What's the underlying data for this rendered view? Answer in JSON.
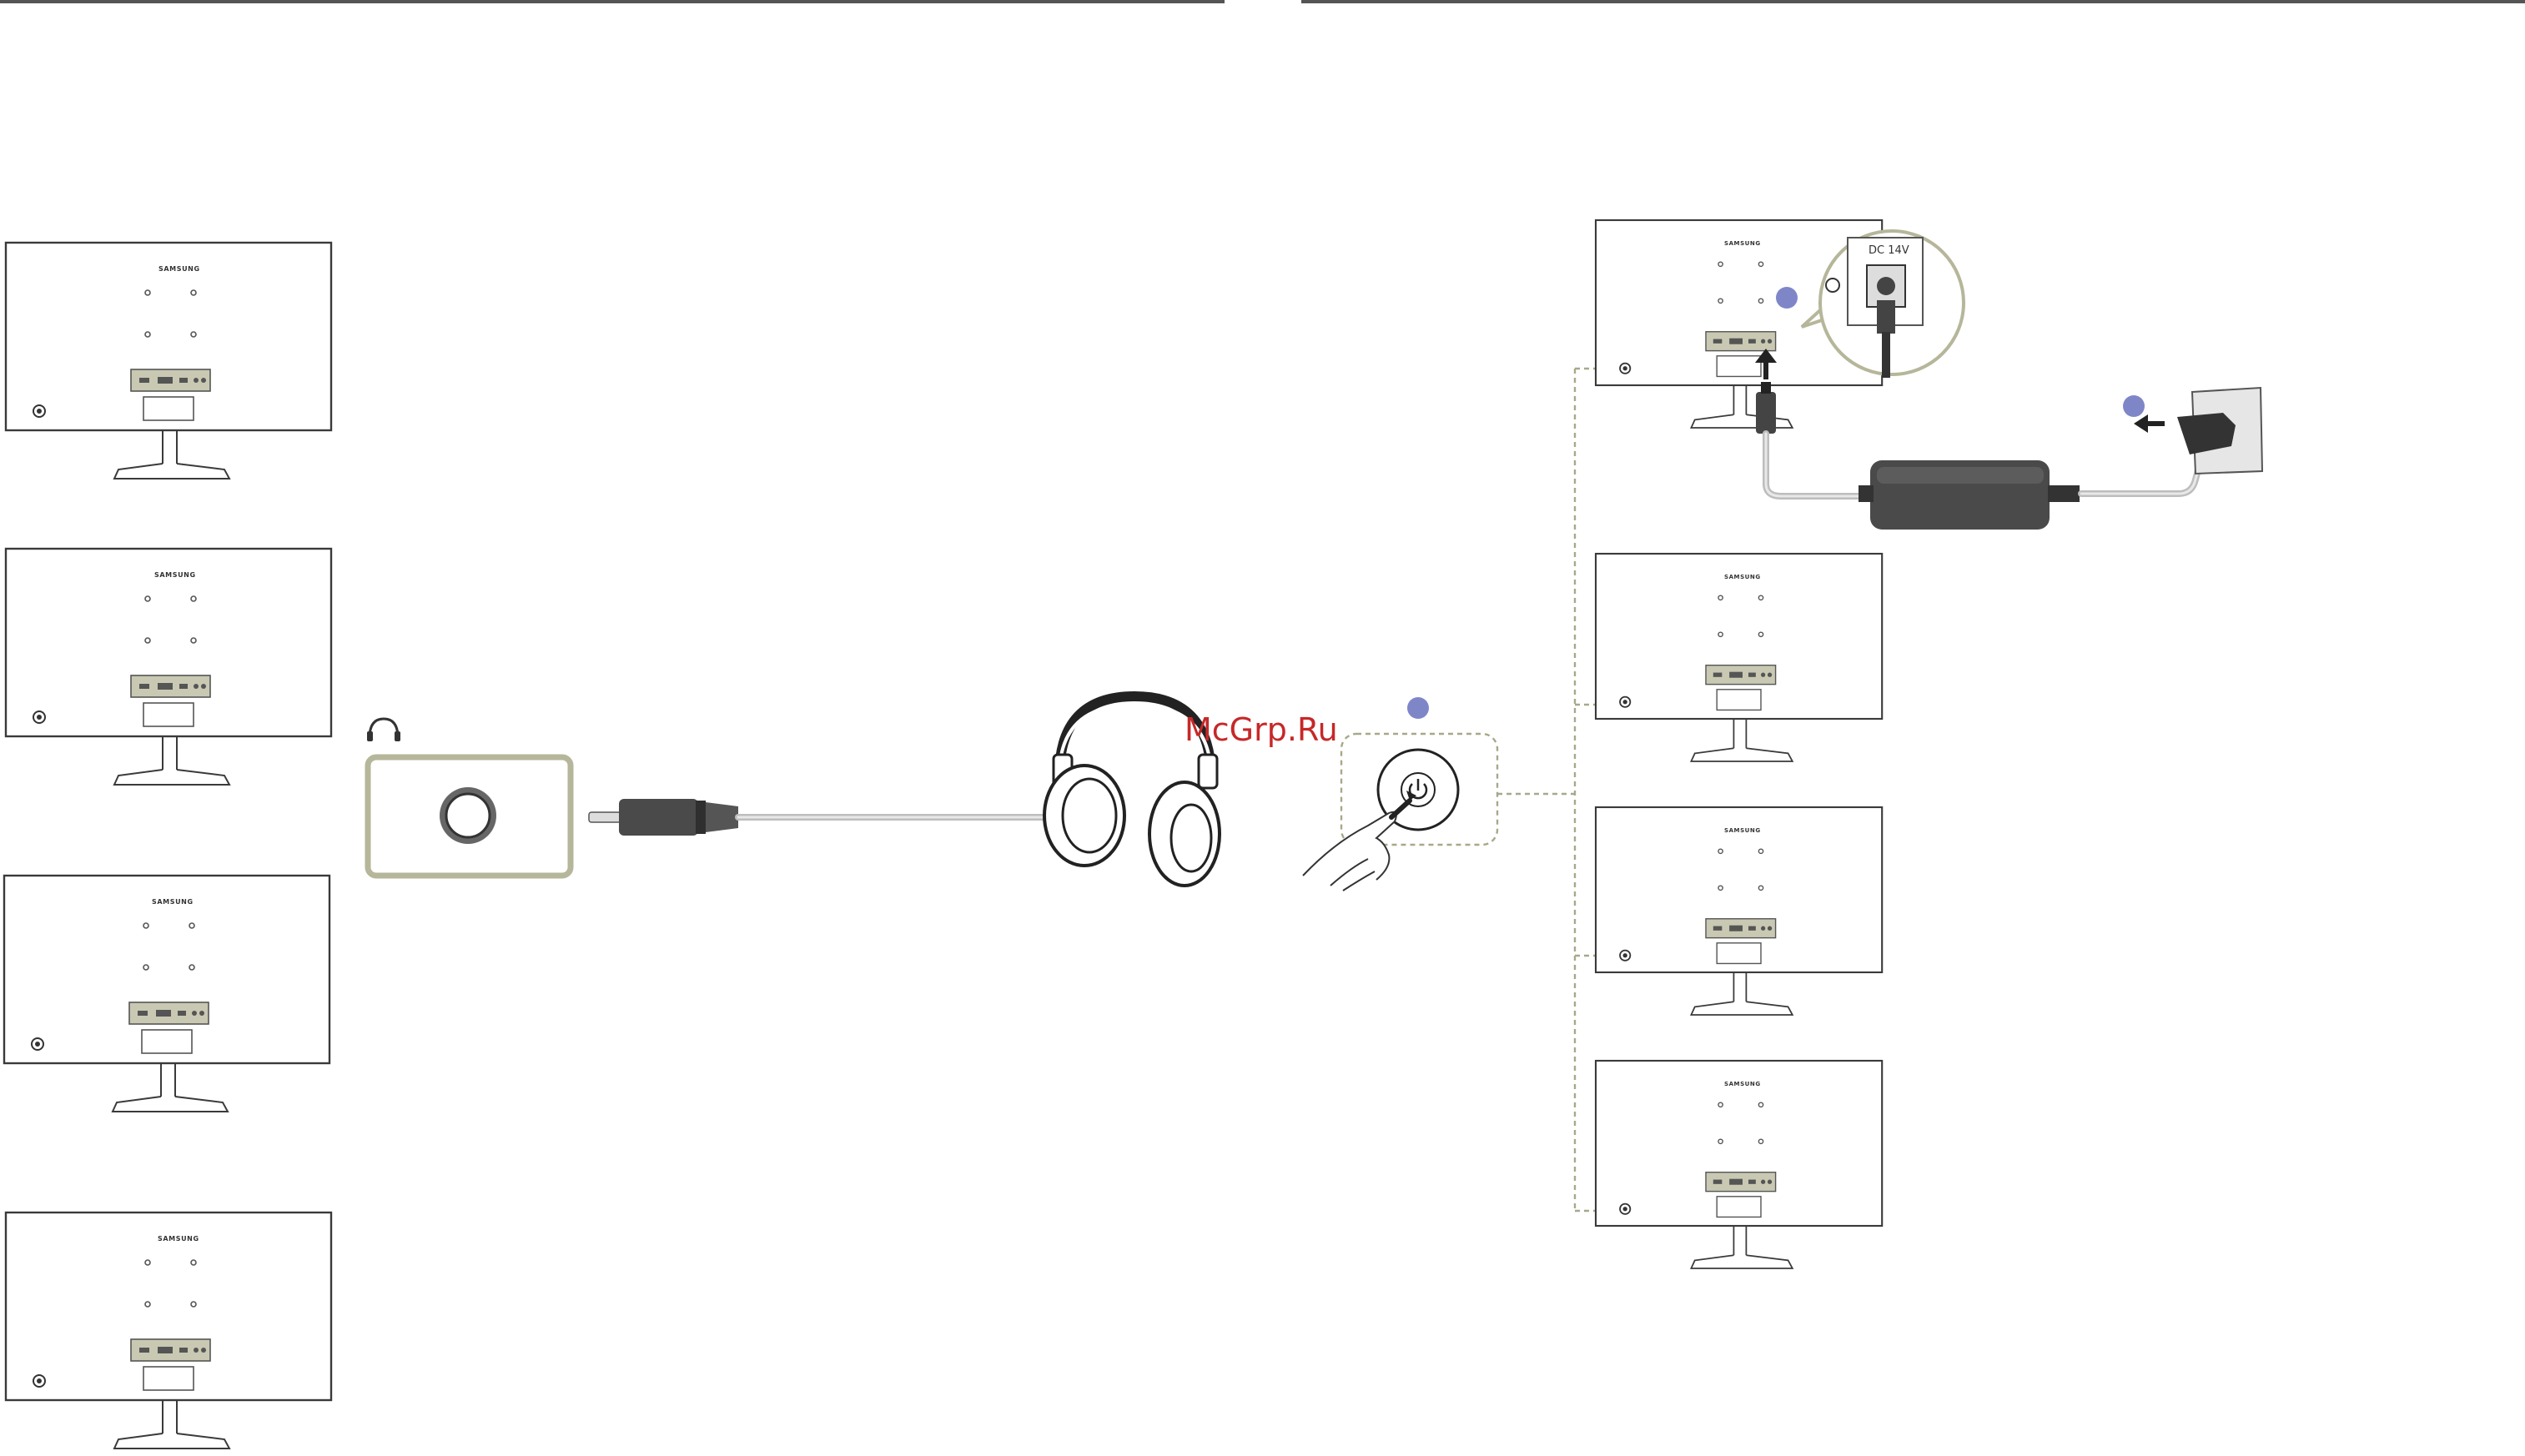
{
  "page": {
    "watermark": "McGrp.Ru"
  },
  "monitor": {
    "brand": "SAMSUNG"
  },
  "power": {
    "dc_label": "DC 14V"
  },
  "colors": {
    "panel": "#c9c9b3",
    "dashed_guide": "#a8a88a",
    "step_marker": "#7f86c8",
    "adapter": "#4a4a4a",
    "watermark": "#c62828"
  },
  "icons": {
    "headphone_port": "headphones-icon",
    "power_button": "power-icon"
  }
}
